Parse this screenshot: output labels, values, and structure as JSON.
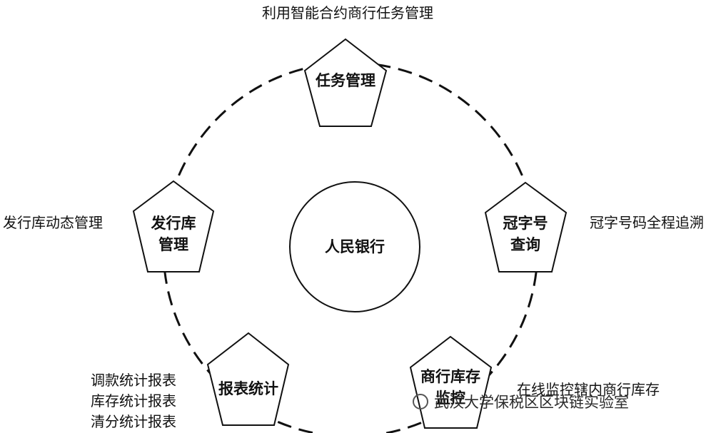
{
  "center": {
    "label": "人民银行"
  },
  "nodes": {
    "task": {
      "lines": [
        "任务管理"
      ]
    },
    "serial": {
      "lines": [
        "冠字号",
        "查询"
      ]
    },
    "vault": {
      "lines": [
        "发行库",
        "管理"
      ]
    },
    "report": {
      "lines": [
        "报表统计"
      ]
    },
    "bank": {
      "lines": [
        "商行库存",
        "监控"
      ]
    }
  },
  "annotations": {
    "task": "利用智能合约商行任务管理",
    "serial": "冠字号码全程追溯",
    "vault": "发行库动态管理",
    "report": [
      "调款统计报表",
      "库存统计报表",
      "清分统计报表"
    ],
    "bank": "在线监控辖内商行库存"
  },
  "watermark": {
    "text": "武汉大学保税区区块链实验室",
    "icon": "wechat-icon"
  },
  "colors": {
    "stroke": "#111111",
    "background": "#ffffff"
  }
}
